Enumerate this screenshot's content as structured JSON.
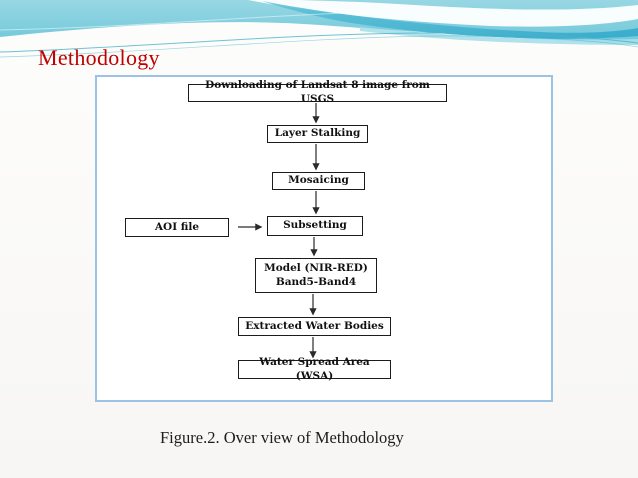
{
  "slide": {
    "title": "Methodology",
    "caption": "Figure.2. Over view of Methodology"
  },
  "colors": {
    "title_red": "#C00000",
    "frame_border": "#9CC2E5",
    "header_teal_light": "#9BDAE6",
    "header_teal_deep": "#6EC7DA",
    "header_ribbon_blue": "#3FAECE",
    "box_border": "#1C1C1C"
  },
  "diagram": {
    "nodes": [
      {
        "label": "Downloading of Landsat 8 image from USGS"
      },
      {
        "label": "Layer Stalking"
      },
      {
        "label": "Mosaicing"
      },
      {
        "label": "AOI file"
      },
      {
        "label": "Subsetting"
      },
      {
        "label": "Model (NIR-RED)\nBand5-Band4"
      },
      {
        "label": "Extracted Water Bodies"
      },
      {
        "label": "Water Spread Area (WSA)"
      }
    ]
  }
}
